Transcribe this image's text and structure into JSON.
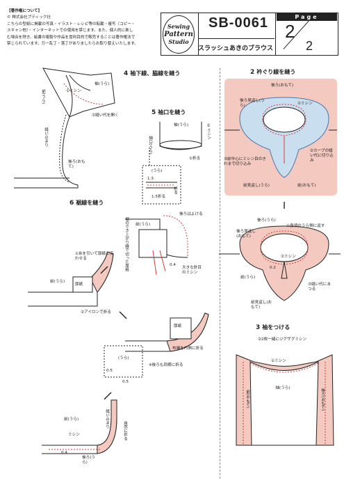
{
  "copyright": {
    "heading": "【著作権について】",
    "publisher": "© 株式会社ブティック社",
    "lines": [
      "こちらの型紙に掲載の写真・イラスト・レシピ等の転載・複写（コピー・",
      "スキャン他）・インターネットでの使用を禁じます。また、個人的に楽し",
      "む場合を除き、絵書の複製や作品を営利目的で販売することは著作権法で",
      "禁じられています。万一乱丁・落丁がありましたらお取り替えいたします。"
    ]
  },
  "header": {
    "logo": [
      "Sewing",
      "Pattern",
      "Studio"
    ],
    "code": "SB-0061",
    "title": "スラッシュあきのブラウス",
    "page_label": "Page",
    "page_num": "2",
    "page_total": "2"
  },
  "steps": {
    "s4": {
      "num": "4",
      "text": "袖下線、脇線を縫う"
    },
    "s5": {
      "num": "5",
      "text": "袖口を縫う"
    },
    "s6": {
      "num": "6",
      "text": "裾線を縫う"
    },
    "s2": {
      "num": "2",
      "text": "衿ぐり線を縫う"
    },
    "s3": {
      "num": "3",
      "text": "袖をつける"
    }
  },
  "labels": {
    "sode_ura": "袖(うら)",
    "mishin1": "①ミシン",
    "mae_ura": "前(うら)",
    "nuishiro_hiraku": "②縫い代を開く",
    "nui_domari": "縫い止まり",
    "ushiro_omote": "後ろ(おもて)",
    "s5_sode_ura": "袖(うら)",
    "s5_mishin": "②ミシン",
    "s5_oru": "①折る",
    "s5_sodeguchi": "袖口(うら)",
    "s5_ura": "(うら)",
    "s5_13": "1.3",
    "s5_oru2": "折る",
    "s5_15": "1.5折る",
    "s6_ushiro_ageru": "後ろはよける",
    "s6_mae_ura": "前(うら)",
    "s6_susoguchi": "裾のでき上がり線で切った厚紙",
    "s6_04": "0.4",
    "s6_ookina": "大きな針目のミシン",
    "s6_ito": "①糸を引いて厚紙に沿わせる",
    "s6_mae2": "前(うら)",
    "s6_atsugami": "厚紙",
    "s6_aironde": "②アイロンで折る",
    "s6_atsugami2": "厚紙",
    "s6_fuchi": "布端を内側に折る",
    "s6_ura": "(うら)",
    "s6_05a": "0.5",
    "s6_05b": "0.5",
    "s6_note": "※後ろも同様に折る",
    "s6_mae3": "前(うら)",
    "s6_nuidomari": "縫い止まり",
    "s6_shizen": "自然に折る",
    "s6_mishin": "ミシン",
    "s6_04b": "0.4",
    "s6_ushiro": "後ろ(うら)",
    "s2_ushiro_omote": "後ろ(おもて)",
    "s2_mishin": "①ミシン",
    "s2_ushiro_mikaeshi": "後ろ見返し(うら)",
    "s2_curve": "②カーブの縫い代に切り込み",
    "s2_maechu": "③前中心にミシン目のきわまで切り込み",
    "s2_mae_mikaeshi": "前見返し(うら)",
    "s2_mae_omote": "前(おもて)",
    "s2b_ushiro_ura": "後ろ(うら)",
    "s2b_ushiro_mikaeshi": "後ろ見返し(おもて)",
    "s2b_mikaeshi_ura": "①身頃のうら側に返す",
    "s2b_mishin": "②ミシン",
    "s2b_02": "0.2",
    "s2b_mae_ura": "前(うら)",
    "s2b_mae_mikaeshi": "前見返し(おもて)",
    "s2b_matsuru": "③縫い代にまつる",
    "s3_zigzag": "②2枚一緒にジグザグミシン",
    "s3_mishin": "①ミシン",
    "s3_sode": "袖(うら)",
    "s3_mae": "前(おもて)",
    "s3_ushiro": "後ろ(おもて)"
  },
  "colors": {
    "pink": "#f3c9c0",
    "blue": "#c9dff0",
    "red": "#d23a3a",
    "line": "#222"
  }
}
